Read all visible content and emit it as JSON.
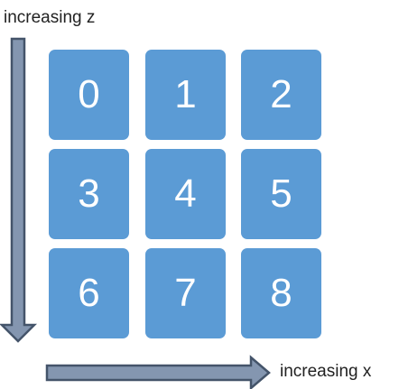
{
  "labels": {
    "z_axis": "increasing z",
    "x_axis": "increasing x"
  },
  "cells": [
    "0",
    "1",
    "2",
    "3",
    "4",
    "5",
    "6",
    "7",
    "8"
  ],
  "colors": {
    "cell_fill": "#5b9bd5",
    "arrow_fill": "#8496b0",
    "arrow_stroke": "#44546a",
    "text": "#222222"
  }
}
